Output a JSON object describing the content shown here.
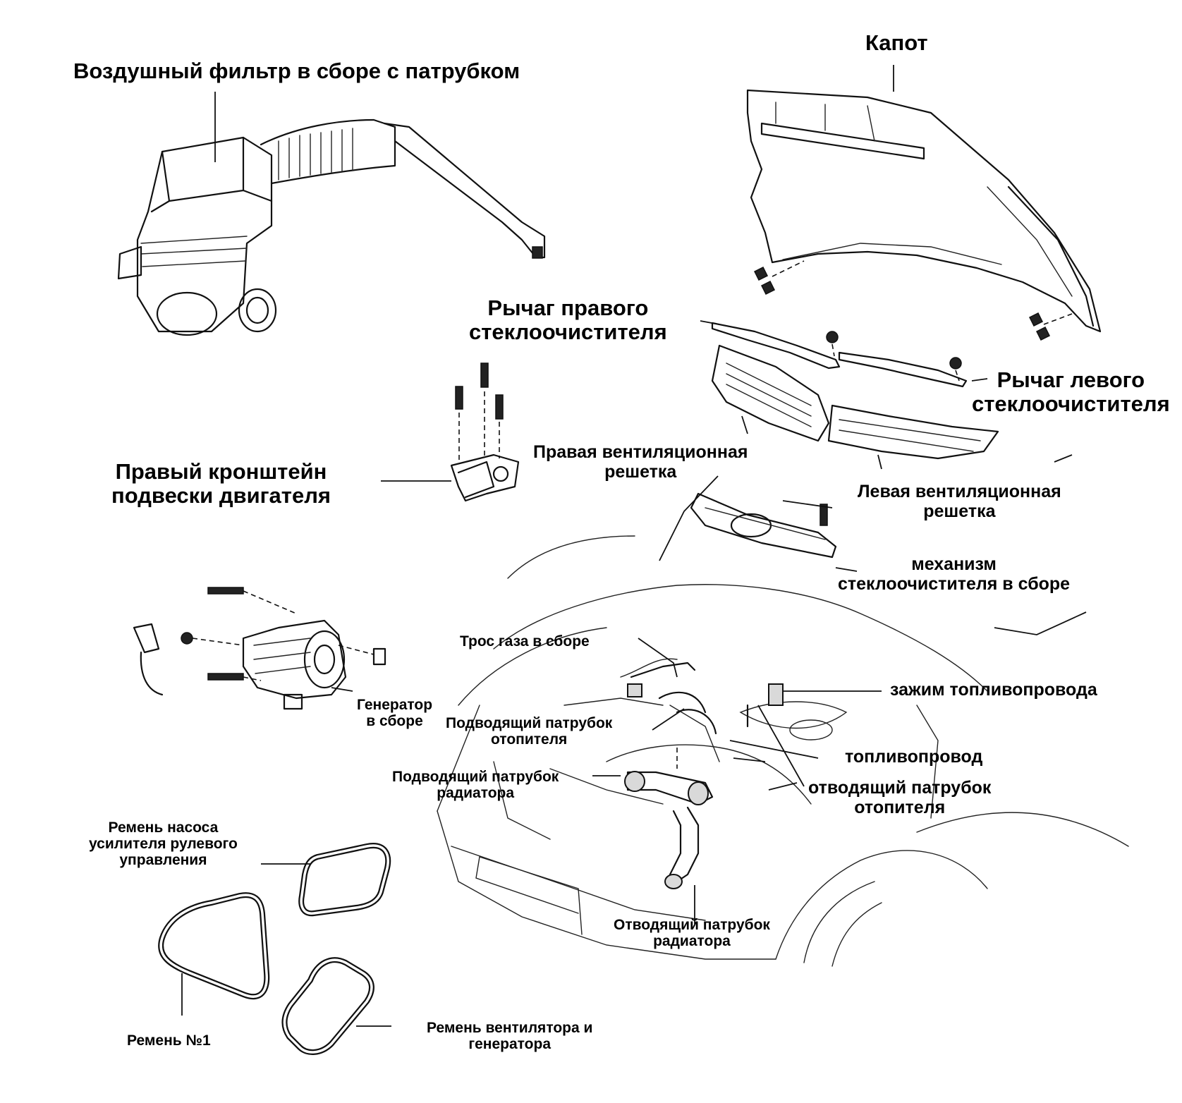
{
  "labels": {
    "air_filter": "Воздушный фильтр в сборе с патрубком",
    "hood": "Капот",
    "right_wiper_arm": [
      "Рычаг правого",
      "стеклоочистителя"
    ],
    "left_wiper_arm": [
      "Рычаг левого",
      "стеклоочистителя"
    ],
    "right_engine_mount": [
      "Правый кронштейн",
      "подвески двигателя"
    ],
    "right_vent_grille": [
      "Правая вентиляционная",
      "решетка"
    ],
    "left_vent_grille": [
      "Левая вентиляционная",
      "решетка"
    ],
    "wiper_mechanism": [
      "механизм",
      "стеклоочистителя в сборе"
    ],
    "throttle_cable": "Трос газа в сборе",
    "fuel_line_clamp": "зажим топливопровода",
    "generator": [
      "Генератор",
      "в сборе"
    ],
    "heater_inlet_hose": [
      "Подводящий патрубок",
      "отопителя"
    ],
    "fuel_line": "топливопровод",
    "heater_outlet_hose": [
      "отводящий патрубок",
      "отопителя"
    ],
    "radiator_inlet_hose": [
      "Подводящий патрубок",
      "радиатора"
    ],
    "ps_pump_belt": [
      "Ремень насоса",
      "усилителя рулевого",
      "управления"
    ],
    "radiator_outlet_hose": [
      "Отводящий патрубок",
      "радиатора"
    ],
    "belt_no1": "Ремень №1",
    "fan_generator_belt": [
      "Ремень вентилятора и",
      "генератора"
    ]
  }
}
